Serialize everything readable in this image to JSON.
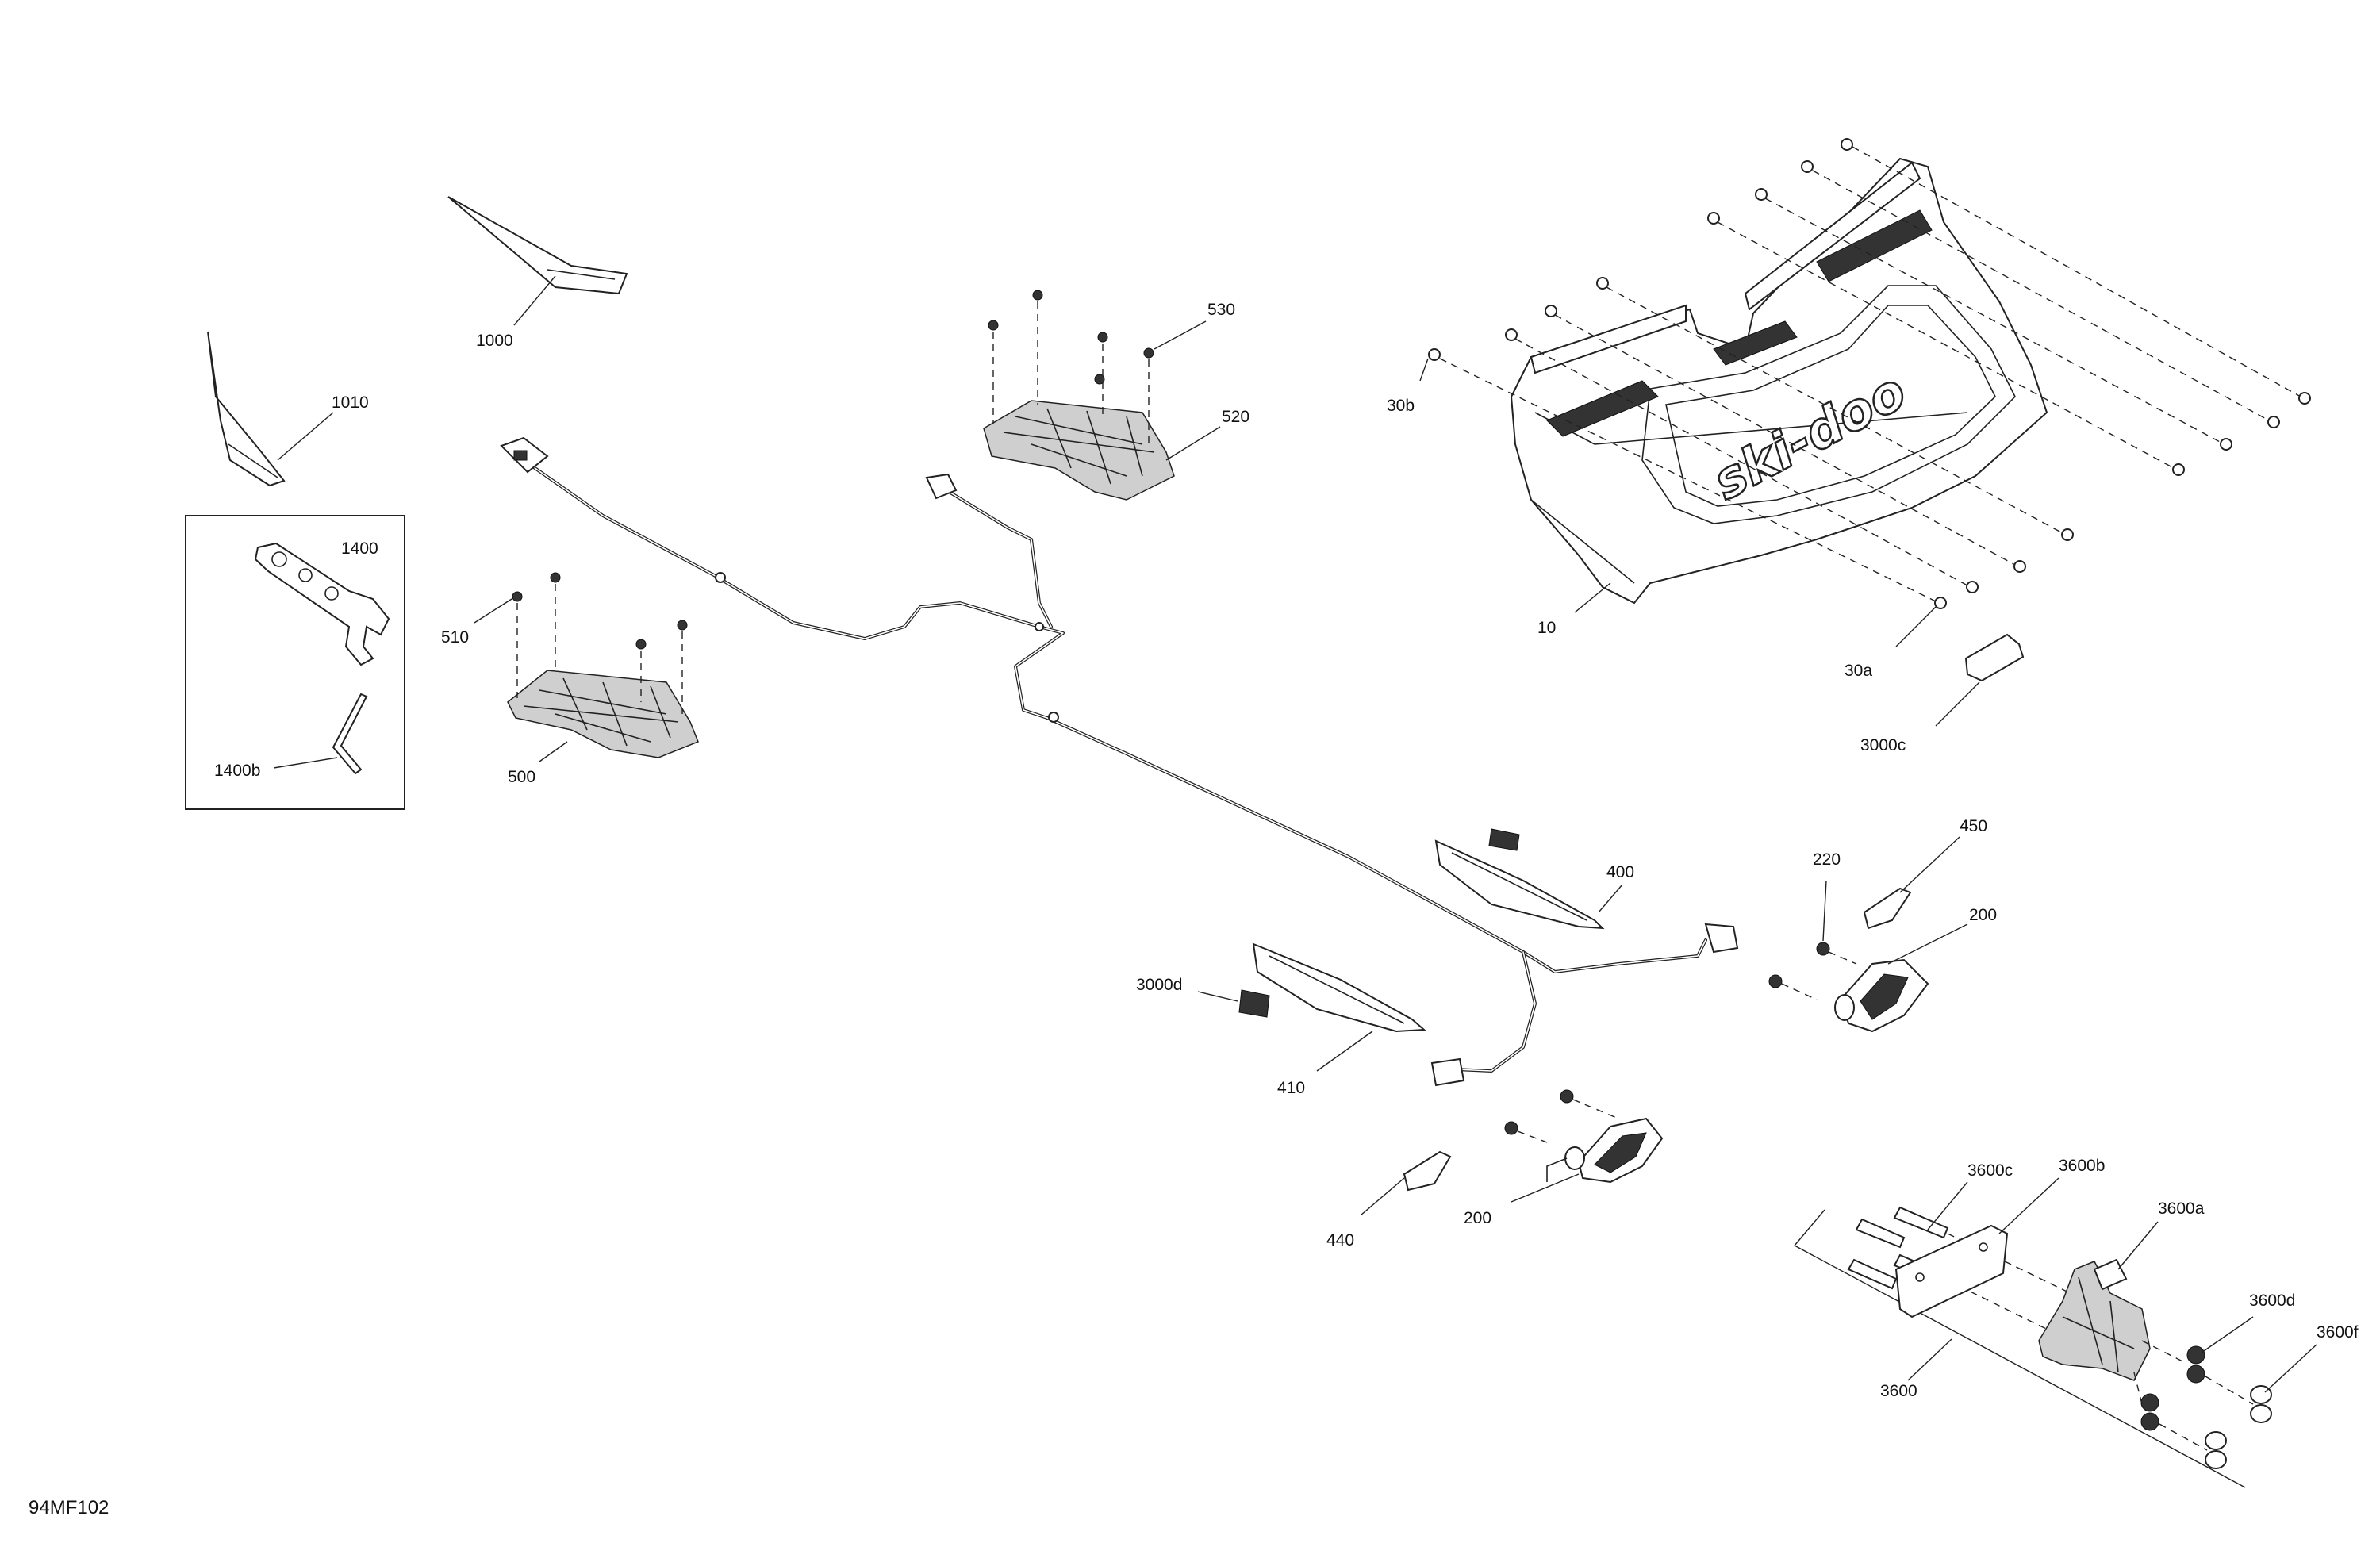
{
  "diagram": {
    "code": "94MF102",
    "brand": "ski-doo",
    "callouts": {
      "c1000": "1000",
      "c1010": "1010",
      "c1400": "1400",
      "c1400b": "1400b",
      "c530": "530",
      "c520": "520",
      "c510": "510",
      "c500": "500",
      "c30b": "30b",
      "c10": "10",
      "c30a": "30a",
      "c3000c": "3000c",
      "c220": "220",
      "c450": "450",
      "c200a": "200",
      "c400": "400",
      "c3000d": "3000d",
      "c410": "410",
      "c440": "440",
      "c200b": "200",
      "c3600c": "3600c",
      "c3600b": "3600b",
      "c3600a": "3600a",
      "c3600d": "3600d",
      "c3600f": "3600f",
      "c3600": "3600"
    }
  }
}
